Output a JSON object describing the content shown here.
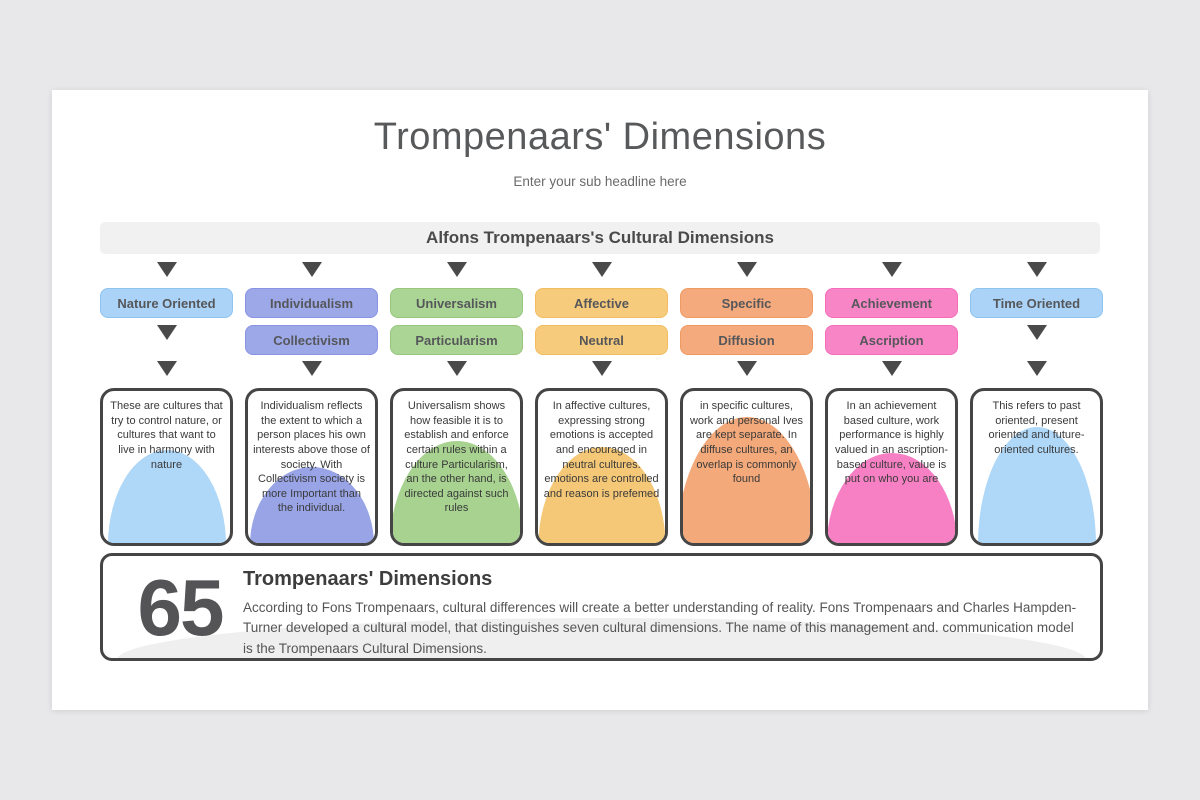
{
  "colors": {
    "backdrop": "#e8e8ea",
    "slide_bg": "#ffffff",
    "banner_bg": "#f1f1f2",
    "arrow": "#4a4a4a",
    "card_border": "#454545",
    "footer_dome": "#efefef"
  },
  "title": "Trompenaars' Dimensions",
  "subtitle": "Enter your sub headline here",
  "banner": "Alfons Trompenaars's Cultural Dimensions",
  "columns": [
    {
      "pills": [
        "Nature Oriented"
      ],
      "pill_bg": "#aad3f7",
      "pill_border": "#8fc4f1",
      "dome": "#aed7f8",
      "description": "These are cultures that try to control nature, or cultures that want to live in harmony with nature"
    },
    {
      "pills": [
        "Individualism",
        "Collectivism"
      ],
      "pill_bg": "#9da8e9",
      "pill_border": "#8893e3",
      "dome": "#99a4e6",
      "description": "Individualism reflects the extent to which a person places his own interests above those of society. With Collectivism society is more Important than the individual."
    },
    {
      "pills": [
        "Universalism",
        "Particularism"
      ],
      "pill_bg": "#abd595",
      "pill_border": "#97c77d",
      "dome": "#a7d290",
      "description": "Universalism shows how feasible it is to establish and enforce certain rules within a culture Particularism, an the other hand, is directed against such rules"
    },
    {
      "pills": [
        "Affective",
        "Neutral"
      ],
      "pill_bg": "#f7cb7c",
      "pill_border": "#f2bd60",
      "dome": "#f5c877",
      "description": "In affective cultures, expressing strong emotions is accepted and encouraged in neutral cultures. emotions are controlled and reason is prefemed"
    },
    {
      "pills": [
        "Specific",
        "Diffusion"
      ],
      "pill_bg": "#f4aa7c",
      "pill_border": "#ef9a63",
      "dome": "#f3a97a",
      "description": "in specific cultures, work and personal Ives are kept separate. In diffuse cultures, an overlap is commonly found"
    },
    {
      "pills": [
        "Achievement",
        "Ascription"
      ],
      "pill_bg": "#f886c7",
      "pill_border": "#f56cba",
      "dome": "#f780c4",
      "description": "In an achievement based culture, work performance is highly valued in an ascription-based culture, value is put on who you are"
    },
    {
      "pills": [
        "Time Oriented"
      ],
      "pill_bg": "#aad3f7",
      "pill_border": "#8fc4f1",
      "dome": "#aed7f8",
      "description": "This refers to past oriented, present oriented and future-oriented cultures."
    }
  ],
  "footer": {
    "number": "65",
    "heading": "Trompenaars' Dimensions",
    "body": "According to Fons Trompenaars, cultural differences will create a better understanding of reality. Fons Trompenaars and Charles Hampden-Turner developed a cultural model, that distinguishes seven cultural dimensions. The name of this management and. communication model is the Trompenaars Cultural Dimensions."
  }
}
